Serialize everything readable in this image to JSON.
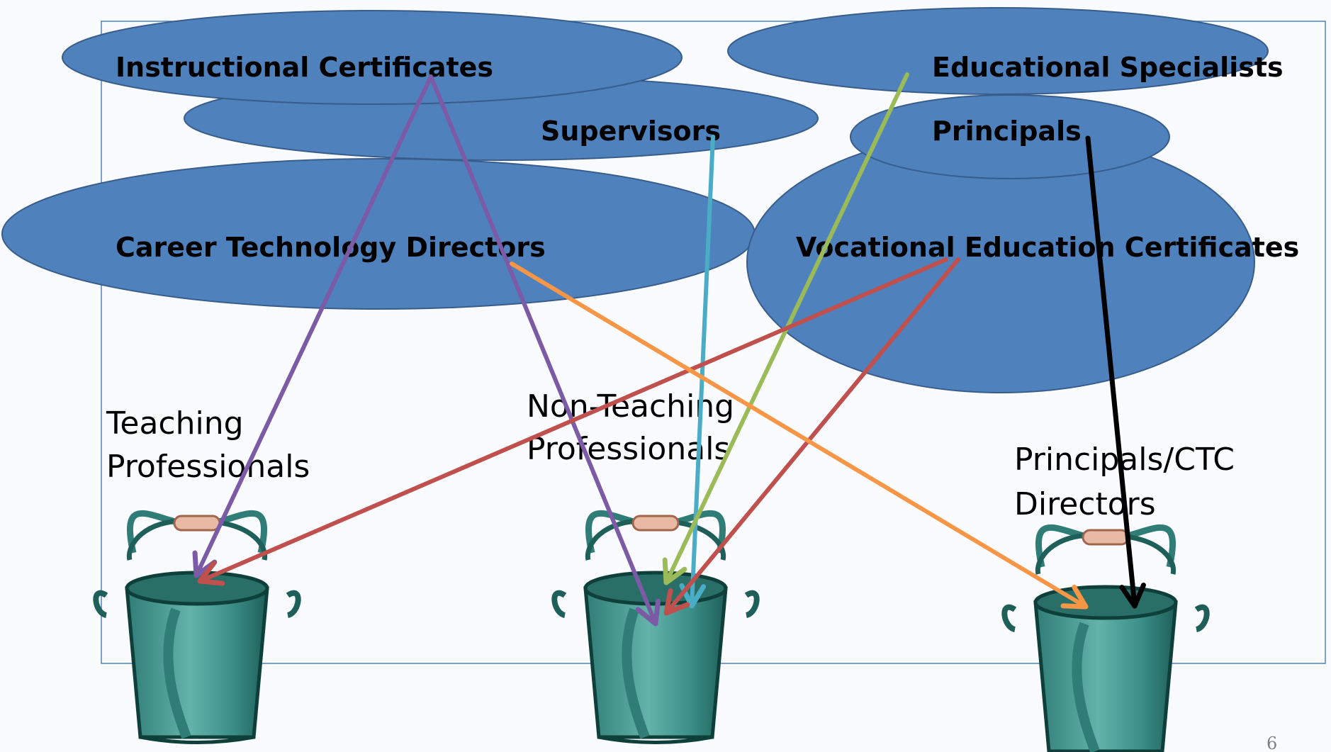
{
  "categories": [
    {
      "id": "instructional",
      "label": "Instructional Certificates"
    },
    {
      "id": "supervisors",
      "label": "Supervisors"
    },
    {
      "id": "career",
      "label": "Career Technology Directors"
    },
    {
      "id": "educational",
      "label": "Educational Specialists"
    },
    {
      "id": "principals",
      "label": "Principals"
    },
    {
      "id": "vocational",
      "label": "Vocational Education Certificates"
    }
  ],
  "buckets": [
    {
      "id": "teaching",
      "line1": "Teaching",
      "line2": "Professionals"
    },
    {
      "id": "nonteaching",
      "line1": "Non-Teaching",
      "line2": "Professionals"
    },
    {
      "id": "principals_ctc",
      "line1": "Principals/CTC",
      "line2": "Directors"
    }
  ],
  "arrows": [
    {
      "from": "instructional",
      "to": "teaching",
      "color": "#7b5aa6"
    },
    {
      "from": "instructional",
      "to": "nonteaching",
      "color": "#7b5aa6"
    },
    {
      "from": "supervisors",
      "to": "nonteaching",
      "color": "#4bacc6"
    },
    {
      "from": "educational",
      "to": "nonteaching",
      "color": "#9bbb59"
    },
    {
      "from": "vocational",
      "to": "teaching",
      "color": "#c0504d"
    },
    {
      "from": "vocational",
      "to": "nonteaching",
      "color": "#c0504d"
    },
    {
      "from": "career",
      "to": "principals_ctc",
      "color": "#f79646"
    },
    {
      "from": "principals",
      "to": "principals_ctc",
      "color": "#000000"
    }
  ],
  "colors": {
    "ellipse_fill": "#4f81bd",
    "ellipse_stroke": "#385d8a",
    "bucket_body": "#3a8f87",
    "frame": "#4f81bd"
  },
  "page_number": "6"
}
